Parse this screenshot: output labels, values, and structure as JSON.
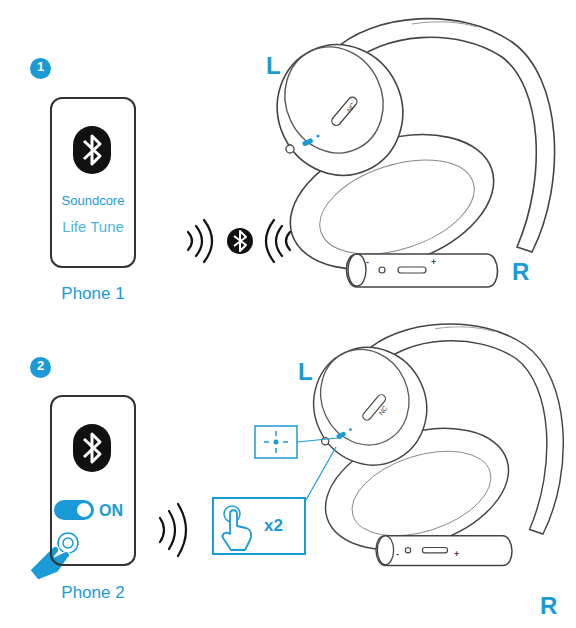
{
  "diagram": {
    "nodes": [
      {
        "text": [
          "1"
        ]
      },
      {
        "text": [
          "Soundcore",
          "Life Tune",
          "Phone 1"
        ]
      },
      {
        "text": [
          "2"
        ]
      },
      {
        "text": [
          "ON",
          "Phone 2"
        ]
      },
      {
        "text": [
          "x2"
        ]
      }
    ],
    "labels": [
      "L",
      "R",
      "NC",
      "-",
      "+",
      "L",
      "R",
      "NC",
      "-",
      "+"
    ]
  }
}
